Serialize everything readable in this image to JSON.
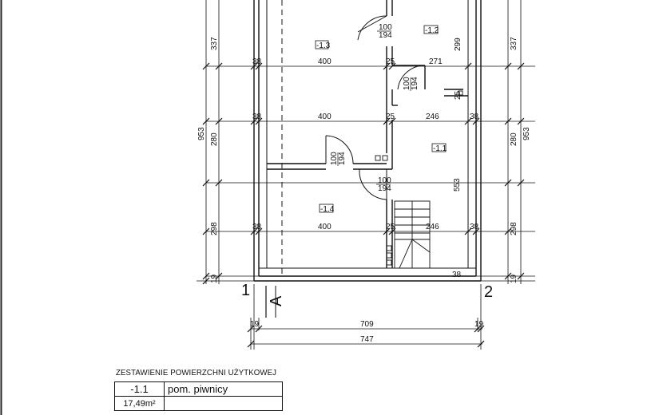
{
  "plan": {
    "axis_labels": {
      "left": "1",
      "right": "2"
    },
    "section_marker": "A",
    "rooms": [
      {
        "id": "room-1-3",
        "label": "-1.3"
      },
      {
        "id": "room-1-2",
        "label": "-1.2"
      },
      {
        "id": "room-1-1",
        "label": "-1.1"
      },
      {
        "id": "room-1-4",
        "label": "-1.4"
      }
    ],
    "doors": [
      {
        "id": "door-top",
        "width": "100",
        "height": "194"
      },
      {
        "id": "door-middle-right",
        "width": "100",
        "height": "194"
      },
      {
        "id": "door-middle-left",
        "width": "100",
        "height": "194"
      },
      {
        "id": "door-lower",
        "width": "100",
        "height": "194"
      }
    ],
    "horizontal_dimensions": {
      "row1": [
        "38",
        "400",
        "25",
        "271"
      ],
      "row2": [
        "38",
        "400",
        "25",
        "246",
        "38"
      ],
      "row3": [
        "38",
        "400",
        "25",
        "246",
        "38"
      ],
      "bottom_right": "38",
      "overall_inner": [
        "19",
        "709",
        "19"
      ],
      "overall_total": "747"
    },
    "vertical_dimensions": {
      "left_segments": [
        "337",
        "280",
        "298",
        "19"
      ],
      "left_total": "953",
      "right_segments": [
        "337",
        "280",
        "298",
        "19"
      ],
      "right_total": "953",
      "room_1_2_height": "299",
      "room_1_1_height": "553",
      "small_gap": "25"
    }
  },
  "summary": {
    "caption": "ZESTAWIENIE POWIERZCHNI UŻYTKOWEJ",
    "rows": [
      {
        "code": "-1.1",
        "name": "pom. piwnicy",
        "area": "17,49m²",
        "area_note": ""
      }
    ]
  }
}
